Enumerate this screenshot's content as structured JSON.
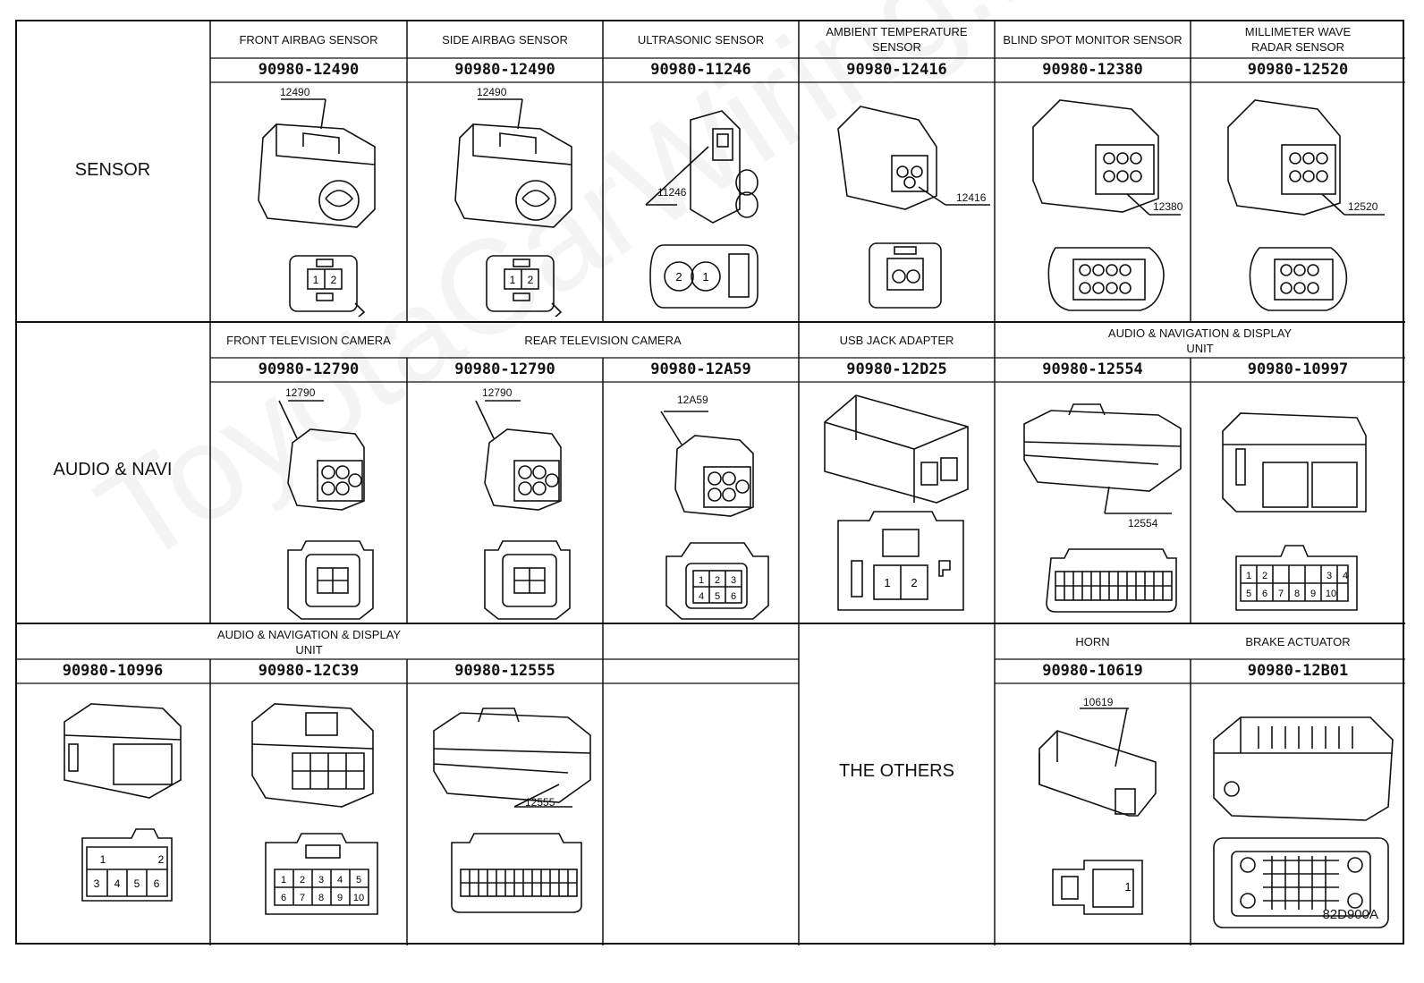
{
  "rows": {
    "sensor": "SENSOR",
    "audio_navi": "AUDIO & NAVI",
    "others": "THE OTHERS"
  },
  "cells": {
    "front_airbag": {
      "title": "FRONT AIRBAG SENSOR",
      "part": "90980-12490",
      "callout": "12490",
      "pins": [
        "1",
        "2"
      ]
    },
    "side_airbag": {
      "title": "SIDE AIRBAG SENSOR",
      "part": "90980-12490",
      "callout": "12490",
      "pins": [
        "1",
        "2"
      ]
    },
    "ultrasonic": {
      "title": "ULTRASONIC SENSOR",
      "part": "90980-11246",
      "callout": "11246",
      "pins": [
        "2",
        "1"
      ]
    },
    "ambient_temp": {
      "title": "AMBIENT TEMPERATURE\nSENSOR",
      "part": "90980-12416",
      "callout": "12416"
    },
    "blind_spot": {
      "title": "BLIND SPOT MONITOR SENSOR",
      "part": "90980-12380",
      "callout": "12380"
    },
    "mmwave": {
      "title": "MILLIMETER WAVE\nRADAR SENSOR",
      "part": "90980-12520",
      "callout": "12520"
    },
    "front_tv": {
      "title": "FRONT TELEVISION CAMERA",
      "part": "90980-12790",
      "callout": "12790"
    },
    "rear_tv": {
      "title": "REAR TELEVISION CAMERA",
      "part_a": "90980-12790",
      "callout_a": "12790",
      "part_b": "90980-12A59",
      "callout_b": "12A59",
      "pins_b": [
        "1",
        "2",
        "3",
        "4",
        "5",
        "6"
      ]
    },
    "usb_jack": {
      "title": "USB JACK ADAPTER",
      "part": "90980-12D25",
      "pins": [
        "1",
        "2"
      ]
    },
    "audio_nav_1": {
      "title": "AUDIO & NAVIGATION & DISPLAY\nUNIT",
      "part_a": "90980-12554",
      "callout_a": "12554",
      "part_b": "90980-10997",
      "pins_b": [
        "1",
        "2",
        "3",
        "4",
        "5",
        "6",
        "7",
        "8",
        "9",
        "10"
      ]
    },
    "audio_nav_2": {
      "title": "AUDIO & NAVIGATION & DISPLAY\nUNIT",
      "part_a": "90980-10996",
      "pins_a": [
        "1",
        "2",
        "3",
        "4",
        "5",
        "6"
      ],
      "part_b": "90980-12C39",
      "pins_b": [
        "1",
        "2",
        "3",
        "4",
        "5",
        "6",
        "7",
        "8",
        "9",
        "10"
      ],
      "part_c": "90980-12555",
      "callout_c": "12555"
    },
    "horn": {
      "title": "HORN",
      "part": "90980-10619",
      "callout": "10619",
      "pin": "1"
    },
    "brake_actuator": {
      "title": "BRAKE ACTUATOR",
      "part": "90980-12B01"
    }
  },
  "footer_code": "82D900A",
  "watermark": "ToyotaCarWiring.ru",
  "colors": {
    "ink": "#111111",
    "paper": "#ffffff"
  }
}
